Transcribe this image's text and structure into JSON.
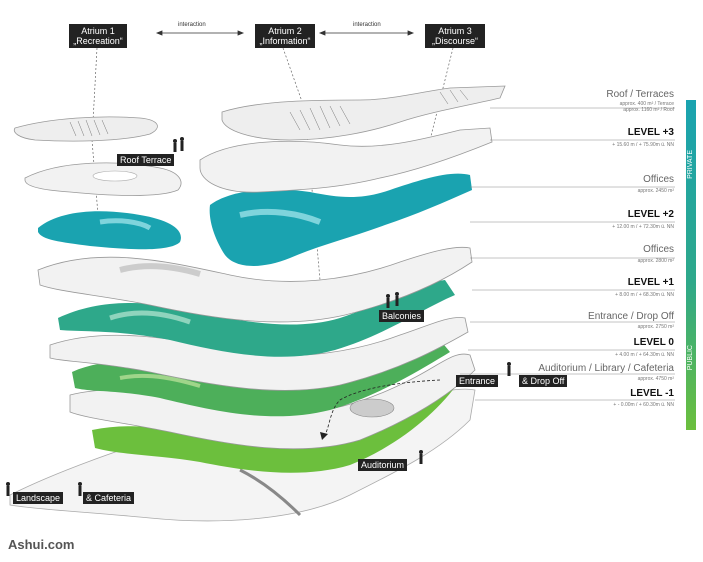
{
  "atria": [
    {
      "line1": "Atrium 1",
      "line2": "„Recreation“"
    },
    {
      "line1": "Atrium 2",
      "line2": "„Information“"
    },
    {
      "line1": "Atrium 3",
      "line2": "„Discourse“"
    }
  ],
  "interaction_label": "interaction",
  "right_labels": {
    "roof": "Roof / Terraces",
    "roof_sub1": "approx. 400 m² / Terrace",
    "roof_sub2": "approx. 1160 m² / Roof",
    "level3": "LEVEL +3",
    "level3_sub": "+ 15.60 m  / + 75.90m ü. NN",
    "offices1": "Offices",
    "offices1_sub": "approx. 2450 m²",
    "level2": "LEVEL +2",
    "level2_sub": "+ 12.00 m  / + 72.30m ü. NN",
    "offices2": "Offices",
    "offices2_sub": "approx. 2800 m²",
    "level1": "LEVEL +1",
    "level1_sub": "+ 8.00 m  / + 68.30m ü. NN",
    "entrance": "Entrance / Drop Off",
    "entrance_sub": "approx. 2750 m²",
    "level0": "LEVEL 0",
    "level0_sub": "+ 4.00 m  / + 64.30m ü. NN",
    "auditorium": "Auditorium / Library / Cafeteria",
    "auditorium_sub": "approx. 4750 m²",
    "levelm1": "LEVEL -1",
    "levelm1_sub": "+ - 0.00m / + 60.30m ü. NN"
  },
  "side": {
    "private": "PRIVATE",
    "public": "PUBLIC"
  },
  "tags": {
    "roof_terrace": "Roof Terrace",
    "balconies": "Balconies",
    "entrance": "Entrance",
    "drop_off": "& Drop Off",
    "auditorium": "Auditorium",
    "landscape": "Landscape",
    "cafeteria": "& Cafeteria"
  },
  "watermark": "Ashui.com",
  "colors": {
    "teal": "#1aa3b0",
    "teal_green": "#2ea88a",
    "green": "#4daf5a",
    "light_green": "#6cbf3d",
    "slab": "#f2f2f2",
    "slab_edge": "#999999"
  }
}
